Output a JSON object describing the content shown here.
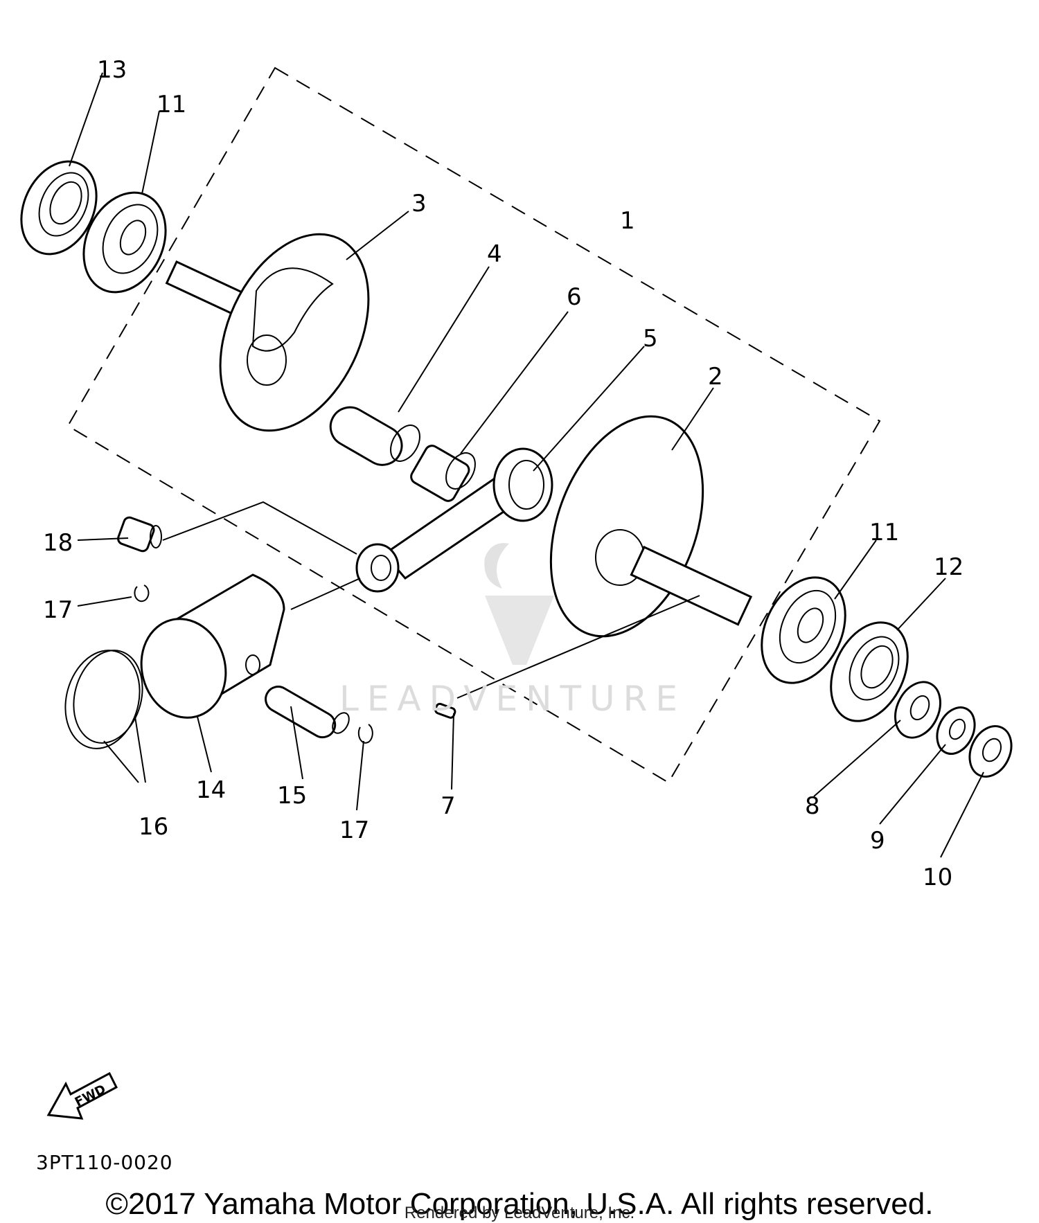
{
  "diagram": {
    "callouts": [
      {
        "id": "1",
        "label": "1"
      },
      {
        "id": "2",
        "label": "2"
      },
      {
        "id": "3",
        "label": "3"
      },
      {
        "id": "4",
        "label": "4"
      },
      {
        "id": "5",
        "label": "5"
      },
      {
        "id": "6",
        "label": "6"
      },
      {
        "id": "7",
        "label": "7"
      },
      {
        "id": "8",
        "label": "8"
      },
      {
        "id": "9",
        "label": "9"
      },
      {
        "id": "10",
        "label": "10"
      },
      {
        "id": "11a",
        "label": "11"
      },
      {
        "id": "11b",
        "label": "11"
      },
      {
        "id": "12",
        "label": "12"
      },
      {
        "id": "13",
        "label": "13"
      },
      {
        "id": "14",
        "label": "14"
      },
      {
        "id": "15",
        "label": "15"
      },
      {
        "id": "16",
        "label": "16"
      },
      {
        "id": "17a",
        "label": "17"
      },
      {
        "id": "17b",
        "label": "17"
      },
      {
        "id": "18",
        "label": "18"
      }
    ],
    "fwd_label": "FWD",
    "diagram_code": "3PT110-0020",
    "watermark": "LEADVENTURE"
  },
  "footer": {
    "copyright": "©2017 Yamaha Motor Corporation, U.S.A. All rights reserved.",
    "rendered_by": "Rendered by LeadVenture, Inc."
  }
}
